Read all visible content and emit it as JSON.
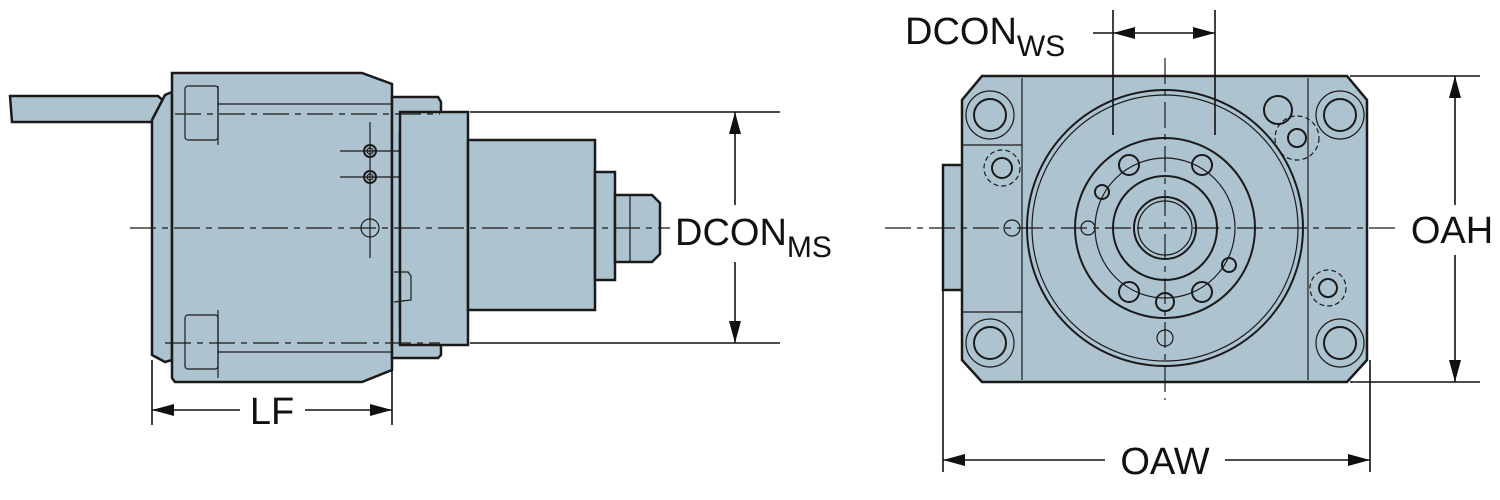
{
  "labels": {
    "dcon_ms": {
      "main": "DCON",
      "sub": "MS"
    },
    "lf": "LF",
    "dcon_ws": {
      "main": "DCON",
      "sub": "WS"
    },
    "oah": "OAH",
    "oaw": "OAW"
  },
  "colors": {
    "part_fill": "#aec3d0",
    "line": "#1a1a1a"
  }
}
